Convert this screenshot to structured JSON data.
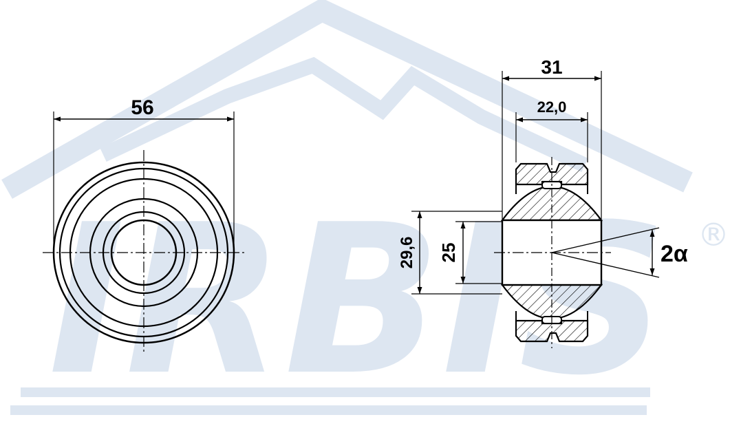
{
  "watermark": {
    "brand": "IRBIS",
    "registered": "®",
    "color": "#dde6f1"
  },
  "dimensions": {
    "outer_diameter": "56",
    "width_total": "31",
    "width_inner": "22,0",
    "ball_diameter": "29,6",
    "bore_diameter": "25",
    "tilt_angle": "2α"
  },
  "colors": {
    "line": "#000000",
    "watermark": "#dde6f1"
  }
}
